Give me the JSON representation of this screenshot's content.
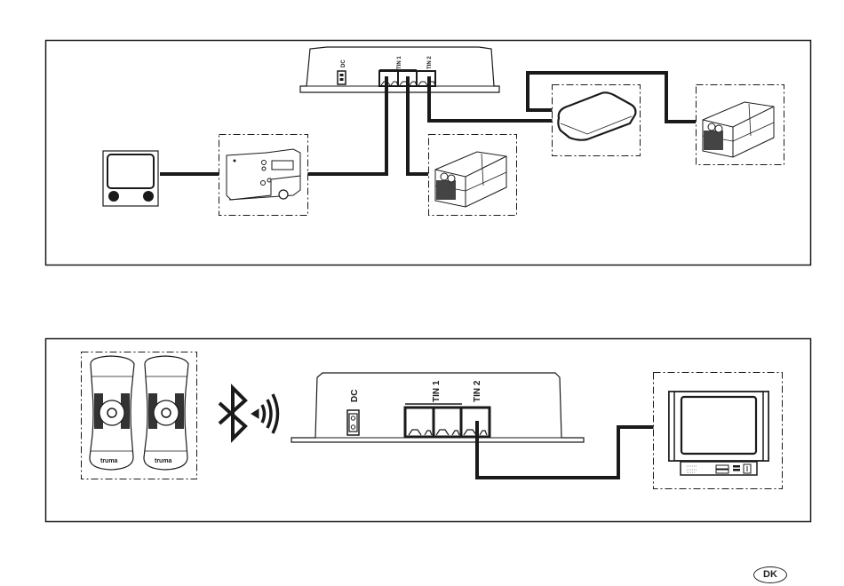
{
  "page": {
    "language_badge": "DK"
  },
  "diagram_top": {
    "control_unit": {
      "ports": {
        "dc": "DC",
        "tin1": "TIN 1",
        "tin2": "TIN 2"
      }
    },
    "devices": [
      {
        "id": "control-panel",
        "kind": "control-panel-icon"
      },
      {
        "id": "heater",
        "kind": "heater-icon"
      },
      {
        "id": "air-conditioner-1",
        "kind": "air-conditioner-icon"
      },
      {
        "id": "roof-unit",
        "kind": "roof-air-conditioner-icon"
      },
      {
        "id": "air-conditioner-2",
        "kind": "air-conditioner-icon"
      }
    ],
    "connections": [
      {
        "from": "control-panel",
        "to": "heater"
      },
      {
        "from": "heater",
        "to": "TIN 1"
      },
      {
        "from": "TIN 1",
        "to": "air-conditioner-1"
      },
      {
        "from": "TIN 2",
        "to": "roof-unit"
      },
      {
        "from": "roof-unit",
        "to": "air-conditioner-2"
      }
    ]
  },
  "diagram_bottom": {
    "remotes": {
      "brand": "truma",
      "count": 2
    },
    "wireless": "bluetooth-icon",
    "control_unit": {
      "ports": {
        "dc": "DC",
        "tin1": "TIN 1",
        "tin2": "TIN 2"
      }
    },
    "devices": [
      {
        "id": "remote-controls",
        "kind": "remote-control-icon"
      },
      {
        "id": "display-panel",
        "kind": "display-panel-icon"
      }
    ],
    "connections": [
      {
        "from": "TIN 2",
        "to": "display-panel"
      }
    ]
  }
}
